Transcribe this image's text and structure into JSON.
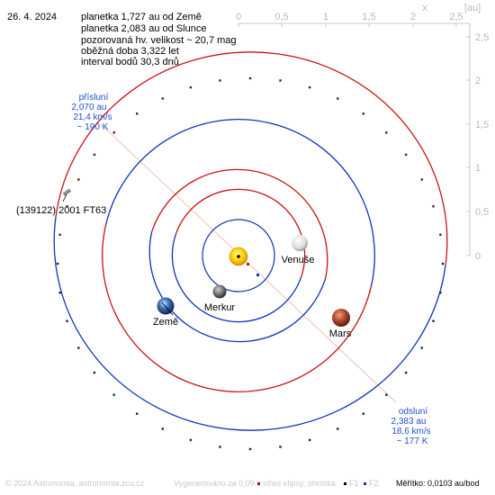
{
  "date": "26. 4. 2024",
  "info_lines": [
    "planetka 1,727 au od Země",
    "planetka 2,083 au od Slunce",
    "pozorovaná hv. velikost ~ 20,7 mag",
    "oběžná doba 3,322 let",
    "interval bodů 30,3 dnů"
  ],
  "axes": {
    "x_label": "x",
    "unit": "[au]",
    "x_ticks": [
      "0",
      "0,5",
      "1",
      "1,5",
      "2",
      "2,5"
    ],
    "y_ticks": [
      "2,5",
      "2",
      "1,5",
      "1",
      "0,5",
      "0"
    ]
  },
  "bodies": {
    "mercury": "Merkur",
    "venus": "Venuše",
    "earth": "Země",
    "mars": "Mars",
    "asteroid": "(139122) 2001 FT63"
  },
  "perihelion": {
    "title": "přísluní",
    "distance": "2,070 au",
    "speed": "21,4 km/s",
    "temp": "~ 190 K"
  },
  "aphelion": {
    "title": "odsluní",
    "distance": "2,383 au",
    "speed": "18,6 km/s",
    "temp": "~ 177 K"
  },
  "footer": {
    "copyright": "© 2024 Astronomia, astronomia.zcu.cz",
    "generated": "Vygenerováno za 0,09 s",
    "center_legend": "střed elipsy, ohniska",
    "f1": "F1",
    "f2": "F2",
    "scale": "Měřítko: 0,0103 au/bod"
  },
  "colors": {
    "orbit_red": "#cc1111",
    "orbit_blue": "#1133bb",
    "label_blue": "#1f4fd6",
    "grid_gray": "#b8b8b8"
  }
}
